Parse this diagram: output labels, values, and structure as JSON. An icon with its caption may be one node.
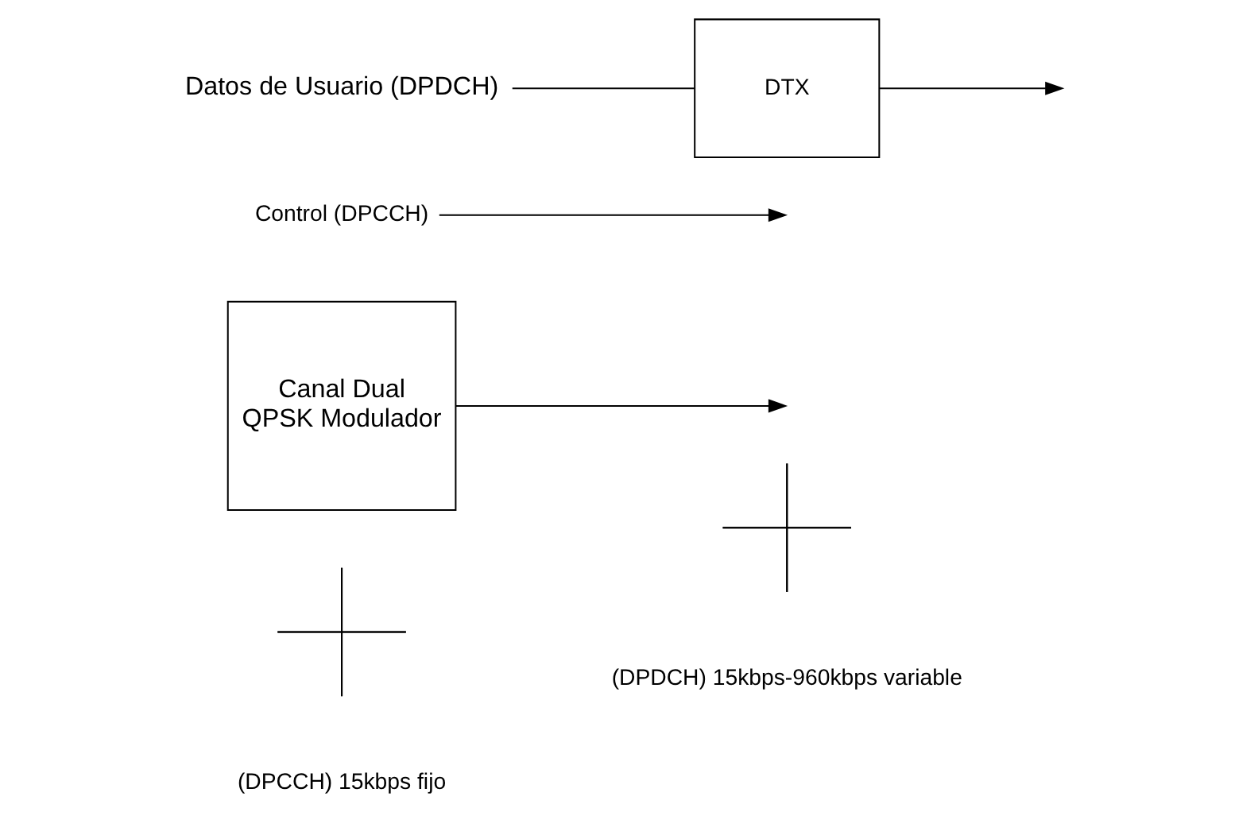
{
  "diagram": {
    "nodes": [
      {
        "text": [
          "Datos de Usuario (DPDCH)"
        ]
      },
      {
        "text": [
          "DTX"
        ]
      },
      {
        "text": [
          "Control (DPCCH)"
        ]
      },
      {
        "text": [
          "Canal Dual",
          "QPSK Modulador"
        ]
      },
      {
        "text": [],
        "shape": "cross",
        "beside": [
          "(DPDCH) 15kbps-960kbps variable"
        ]
      },
      {
        "text": [],
        "shape": "cross",
        "beside": [
          "(DPCCH) 15kbps fijo"
        ]
      }
    ],
    "edges": [
      {
        "from": 0,
        "to": 1,
        "arrow": "none"
      },
      {
        "from": 1,
        "to": null,
        "arrow": "to"
      },
      {
        "from": 2,
        "to": null,
        "arrow": "to"
      },
      {
        "from": 3,
        "to": null,
        "arrow": "to"
      }
    ]
  }
}
